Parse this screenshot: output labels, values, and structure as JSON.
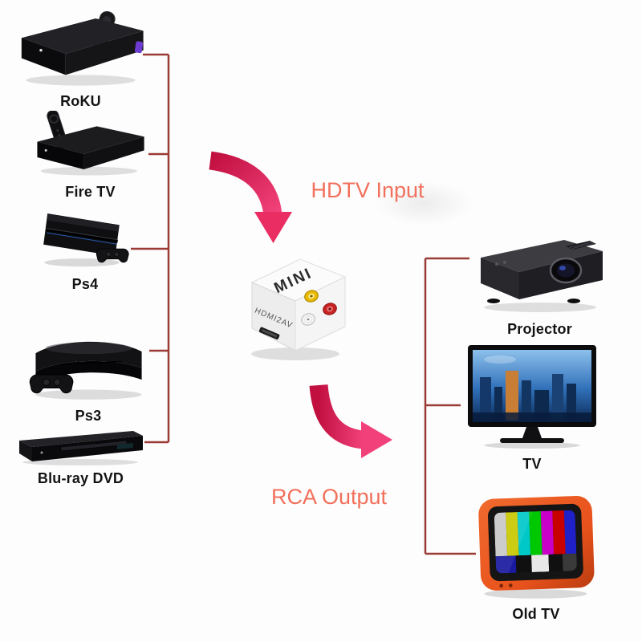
{
  "diagram": {
    "input_caption": "HDTV Input",
    "output_caption": "RCA Output",
    "sources": [
      {
        "label": "RoKU"
      },
      {
        "label": "Fire TV"
      },
      {
        "label": "Ps4"
      },
      {
        "label": "Ps3"
      },
      {
        "label": "Blu-ray DVD"
      }
    ],
    "converter": {
      "top_label": "MINI",
      "front_label": "HDMI2AV"
    },
    "outputs": [
      {
        "label": "Projector"
      },
      {
        "label": "TV"
      },
      {
        "label": "Old TV"
      }
    ],
    "colors": {
      "arrow_start": "#c11040",
      "arrow_end": "#f2417a",
      "caption": "#f2705c",
      "connector_line": "#9a3b35",
      "rca_yellow": "#e6b800",
      "rca_white": "#f2f2f2",
      "rca_red": "#c82222"
    }
  }
}
